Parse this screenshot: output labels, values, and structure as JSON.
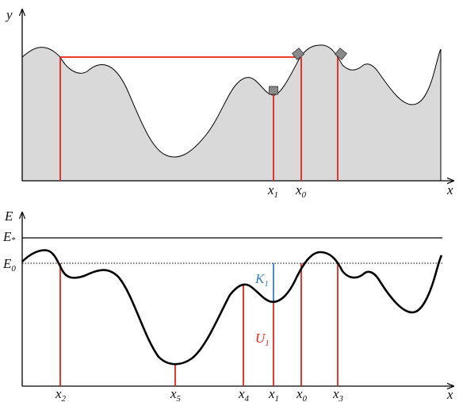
{
  "top_panel": {
    "y_axis_label": "y",
    "x_axis_label": "x",
    "tick_labels": [
      {
        "base": "x",
        "sub": "1"
      },
      {
        "base": "x",
        "sub": "0"
      }
    ]
  },
  "bottom_panel": {
    "y_axis_label": "E",
    "x_axis_label": "x",
    "level_labels": [
      {
        "base": "E",
        "sub": "*"
      },
      {
        "base": "E",
        "sub": "0"
      }
    ],
    "kinetic_label": {
      "base": "K",
      "sub": "1"
    },
    "potential_label": {
      "base": "U",
      "sub": "1"
    },
    "tick_labels": [
      {
        "base": "x",
        "sub": "2"
      },
      {
        "base": "x",
        "sub": "5"
      },
      {
        "base": "x",
        "sub": "4"
      },
      {
        "base": "x",
        "sub": "1"
      },
      {
        "base": "x",
        "sub": "0"
      },
      {
        "base": "x",
        "sub": "3"
      }
    ]
  },
  "colors": {
    "red": "#e2231a",
    "blue": "#3b7dc4",
    "fill": "#d9d9d9",
    "stroke": "#000000"
  }
}
